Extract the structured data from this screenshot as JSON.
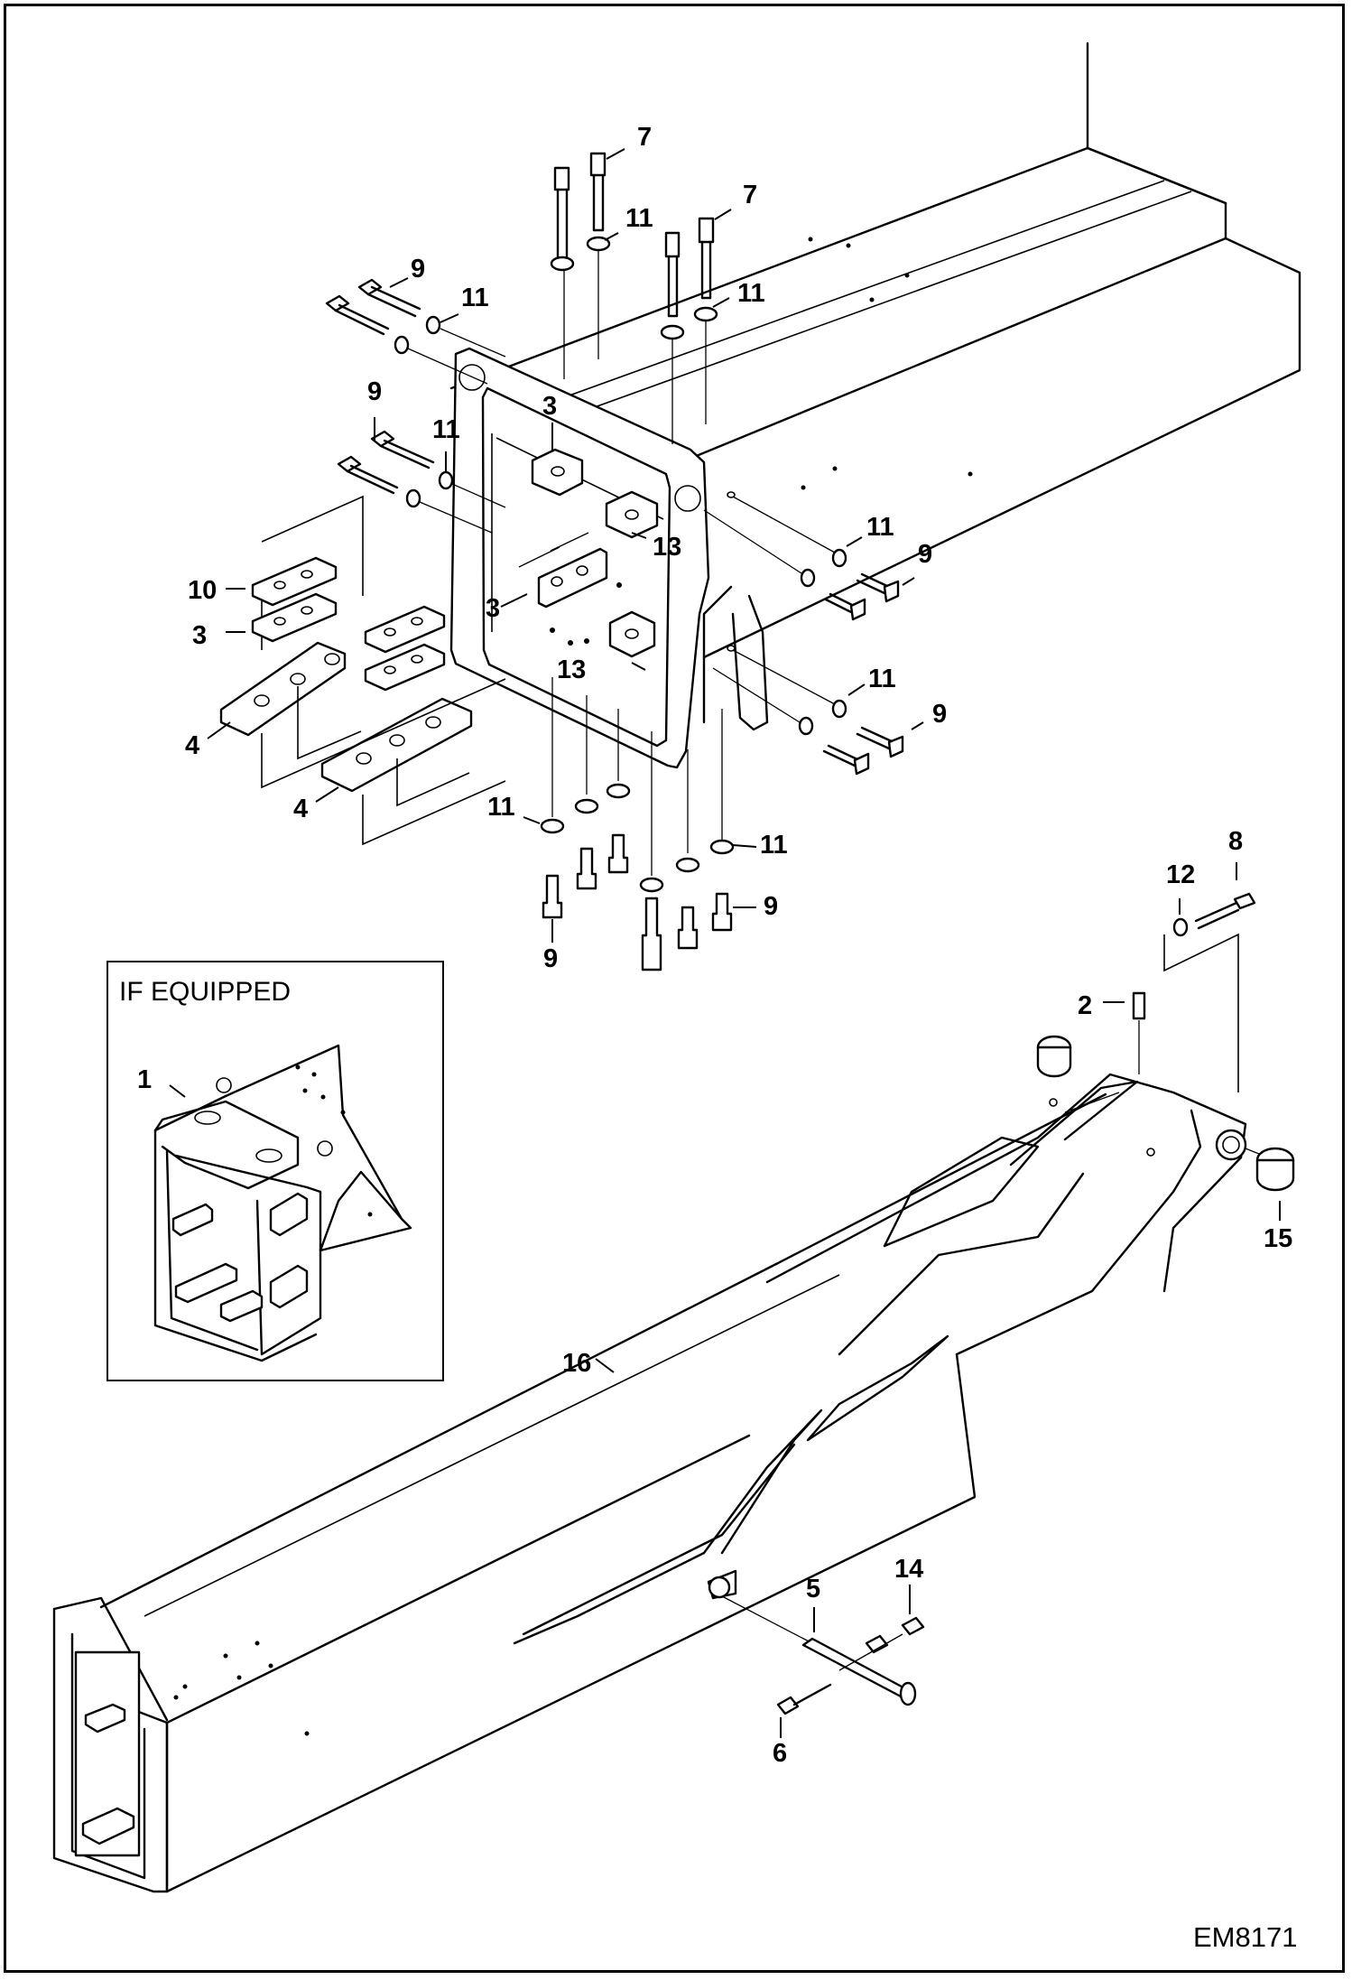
{
  "figure_id": "EM8171",
  "inset_title": "IF EQUIPPED",
  "callouts": {
    "c1": "1",
    "c2": "2",
    "c3a": "3",
    "c3b": "3",
    "c3c": "3",
    "c4a": "4",
    "c4b": "4",
    "c5": "5",
    "c6": "6",
    "c7a": "7",
    "c7b": "7",
    "c8": "8",
    "c9a": "9",
    "c9b": "9",
    "c9c": "9",
    "c9d": "9",
    "c9e": "9",
    "c9f": "9",
    "c10": "10",
    "c11a": "11",
    "c11b": "11",
    "c11c": "11",
    "c11d": "11",
    "c11e": "11",
    "c11f": "11",
    "c11g": "11",
    "c11h": "11",
    "c12": "12",
    "c13a": "13",
    "c13b": "13",
    "c14": "14",
    "c15": "15",
    "c16": "16"
  }
}
